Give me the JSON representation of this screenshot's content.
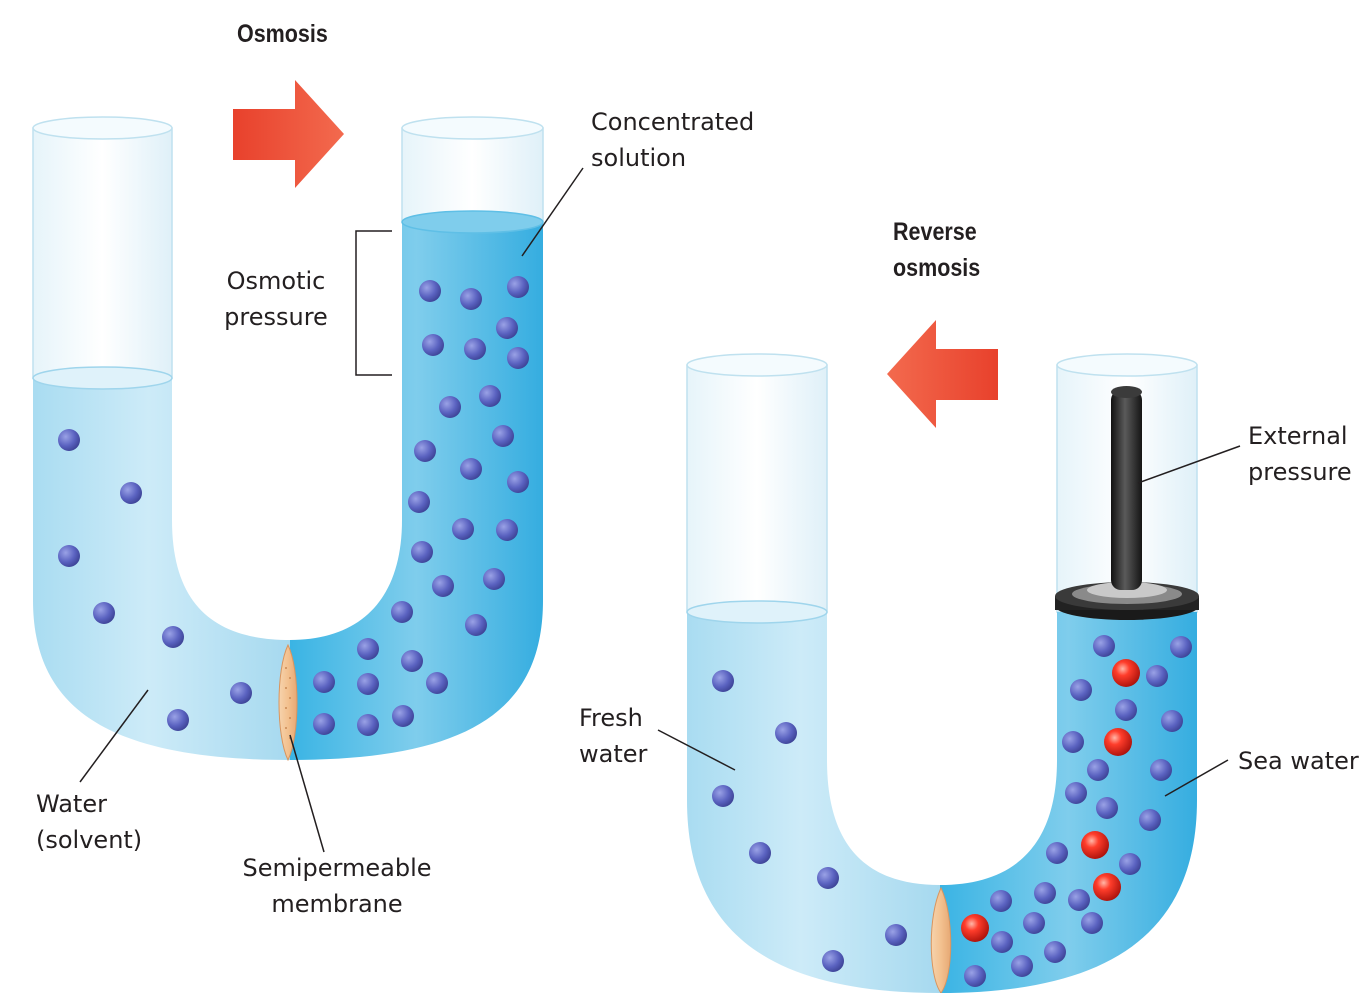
{
  "titles": {
    "osmosis": "Osmosis",
    "reverse_osmosis": "Reverse\nosmosis"
  },
  "labels": {
    "concentrated_solution": "Concentrated\nsolution",
    "osmotic_pressure": "Osmotic\npressure",
    "water_solvent": "Water\n(solvent)",
    "semipermeable_membrane": "Semipermeable\nmembrane",
    "fresh_water": "Fresh\nwater",
    "external_pressure": "External\npressure",
    "sea_water": "Sea water"
  },
  "colors": {
    "water_light": "#bfe6f5",
    "water_dark": "#2fb0e2",
    "tube_glass": "#eef8fc",
    "solvent_particle": "#5a62c0",
    "salt_particle": "#e1251b",
    "arrow": "#e8412c",
    "membrane": "#f2c597",
    "plunger": "#2a2a2a",
    "text": "#231f20"
  }
}
